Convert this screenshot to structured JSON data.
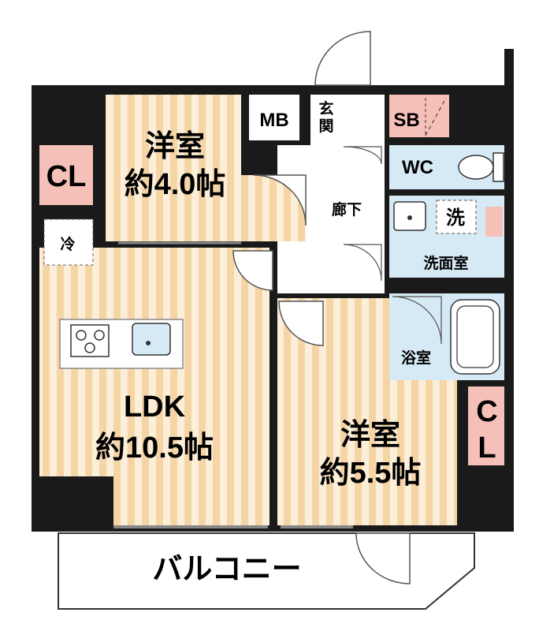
{
  "floorplan": {
    "rooms": {
      "western_room_1": {
        "name": "洋室",
        "size": "約4.0帖"
      },
      "ldk": {
        "name": "LDK",
        "size": "約10.5帖"
      },
      "western_room_2": {
        "name": "洋室",
        "size": "約5.5帖"
      },
      "closet_left": "CL",
      "closet_right": [
        "C",
        "L"
      ],
      "meter_box": "MB",
      "entrance": [
        "玄",
        "関"
      ],
      "shoe_box": "SB",
      "toilet": "WC",
      "hallway": "廊下",
      "laundry_mark": "洗",
      "washroom": "洗面室",
      "bathroom": "浴室",
      "fridge": "冷",
      "balcony": "バルコニー"
    },
    "colors": {
      "wall": "#1a1a1a",
      "floor_light": "#fcefd9",
      "floor_stripe": "#f5d5a6",
      "wet_area": "#d6eaf5",
      "closet": "#f5c0b8",
      "tile_floor": "#ffffff"
    }
  }
}
